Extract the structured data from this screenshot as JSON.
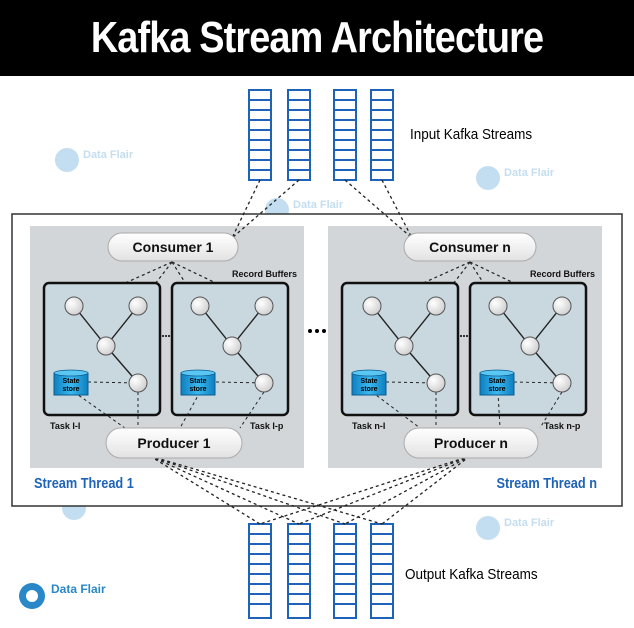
{
  "title": "Kafka Stream Architecture",
  "input_label": "Input Kafka Streams",
  "output_label": "Output Kafka Streams",
  "watermark": "Data Flair",
  "threads": [
    {
      "consumer": "Consumer 1",
      "producer": "Producer 1",
      "label": "Stream Thread 1",
      "buffers": "Record Buffers",
      "tasks": [
        {
          "label": "Task I-I",
          "store": [
            "State",
            "store"
          ]
        },
        {
          "label": "Task I-p",
          "store": [
            "State",
            "store"
          ]
        }
      ]
    },
    {
      "consumer": "Consumer n",
      "producer": "Producer n",
      "label": "Stream Thread n",
      "buffers": "Record Buffers",
      "tasks": [
        {
          "label": "Task n-I",
          "store": [
            "State",
            "store"
          ]
        },
        {
          "label": "Task n-p",
          "store": [
            "State",
            "store"
          ]
        }
      ]
    }
  ],
  "colors": {
    "stream_blue": "#1f63b8",
    "thread_label": "#1f63b8",
    "panel_bg": "#d3d6d8",
    "task_bg": "#c9d8df",
    "store_blue": "#1e9fdc"
  }
}
